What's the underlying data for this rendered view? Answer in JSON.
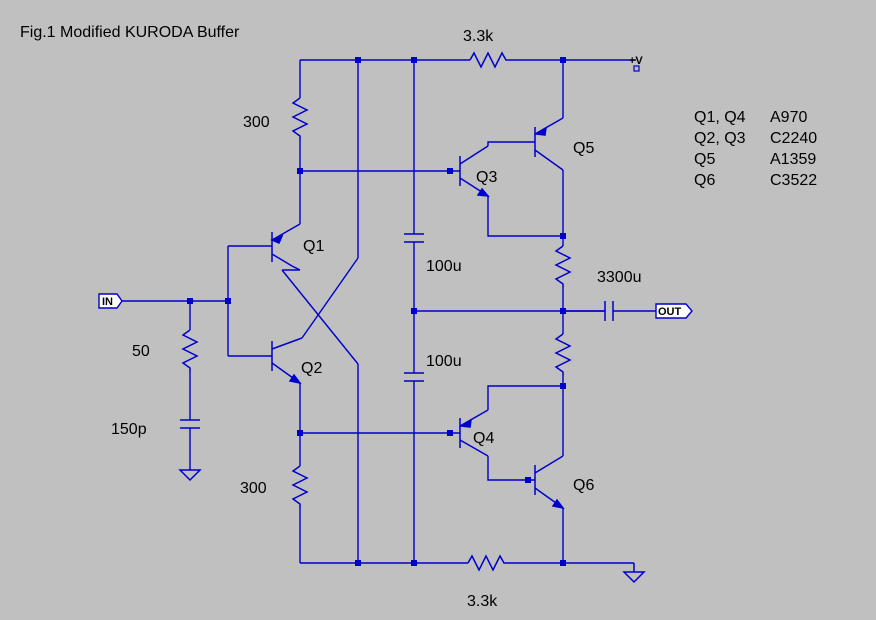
{
  "title": "Fig.1 Modified KURODA Buffer",
  "components": {
    "r_top_feedback": "3.3k",
    "r_bottom_feedback": "3.3k",
    "r_q1_bias": "300",
    "r_q2_bias": "300",
    "r_input_series": "50",
    "c_input": "150p",
    "c_upper_rail": "100u",
    "c_lower_rail": "100u",
    "c_output": "3300u"
  },
  "transistors": {
    "q1": "Q1",
    "q2": "Q2",
    "q3": "Q3",
    "q4": "Q4",
    "q5": "Q5",
    "q6": "Q6"
  },
  "ports": {
    "input": "IN",
    "output": "OUT",
    "supply": "+V"
  },
  "parts_list": [
    {
      "ref": "Q1, Q4",
      "part": "A970"
    },
    {
      "ref": "Q2, Q3",
      "part": "C2240"
    },
    {
      "ref": "Q5",
      "part": "A1359"
    },
    {
      "ref": "Q6",
      "part": "C3522"
    }
  ],
  "colors": {
    "background": "#c0c0c0",
    "wire": "#0000cc",
    "text": "#000000"
  }
}
